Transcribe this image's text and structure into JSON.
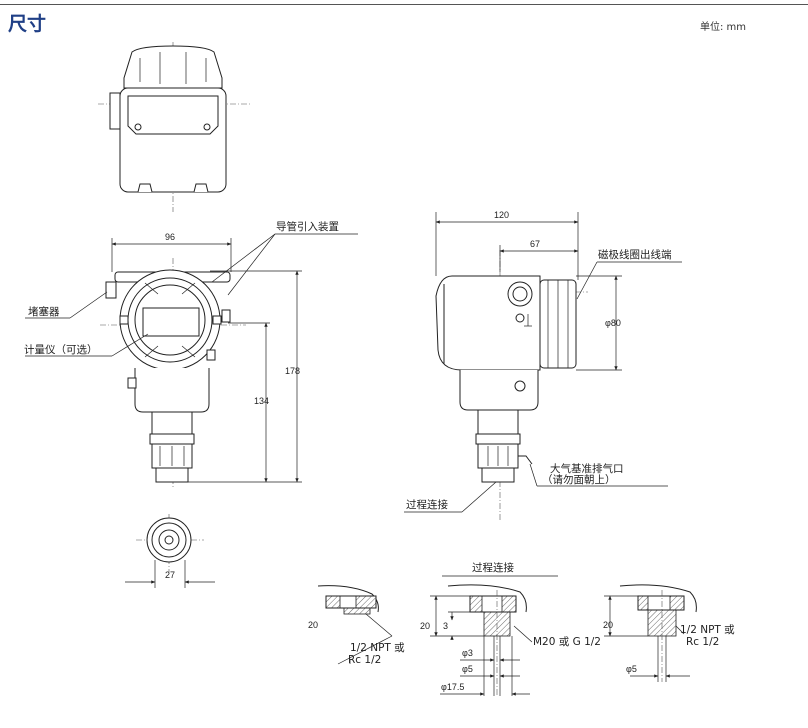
{
  "title": "尺寸",
  "unit": "单位: mm",
  "front_view": {
    "width_dim": "96",
    "height_dim": "178",
    "lower_dim": "134",
    "bottom_dim": "27",
    "label_conduit": "导管引入装置",
    "label_plug": "堵塞器",
    "label_meter": "计量仪（可选）"
  },
  "side_view": {
    "width_dim": "120",
    "offset_dim": "67",
    "diameter_dim": "φ80",
    "label_terminal": "磁极线圈出线端",
    "label_vent_1": "大气基准排气口",
    "label_vent_2": "（请勿面朝上）",
    "label_process": "过程连接"
  },
  "details": {
    "section_title": "过程连接",
    "left": {
      "height": "20",
      "thread_1": "1/2 NPT 或",
      "thread_2": "Rc 1/2"
    },
    "middle": {
      "height": "20",
      "depth": "3",
      "dia_small": "φ3",
      "dia_mid": "φ5",
      "dia_large": "φ17.5",
      "thread": "M20 或 G 1/2"
    },
    "right": {
      "height": "20",
      "thread_1": "1/2 NPT 或",
      "thread_2": "Rc 1/2",
      "dia": "φ5"
    }
  }
}
